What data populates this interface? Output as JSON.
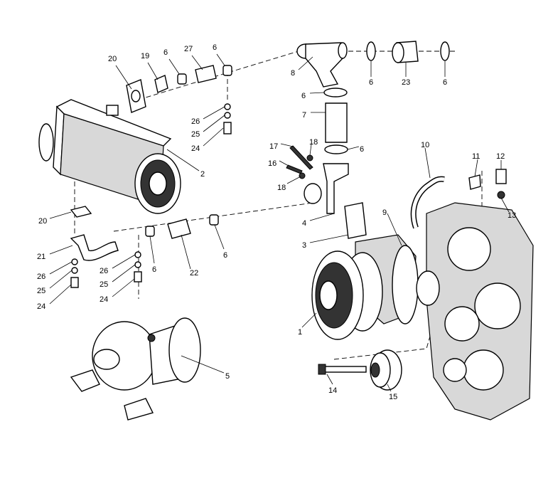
{
  "diagram": {
    "type": "exploded-parts-diagram",
    "labels": [
      "20",
      "19",
      "6",
      "27",
      "6",
      "8",
      "6",
      "23",
      "6",
      "6",
      "7",
      "26",
      "25",
      "24",
      "2",
      "17",
      "18",
      "6",
      "16",
      "18",
      "10",
      "11",
      "12",
      "13",
      "20",
      "4",
      "3",
      "9",
      "21",
      "26",
      "25",
      "24",
      "26",
      "25",
      "24",
      "6",
      "22",
      "6",
      "1",
      "5",
      "14",
      "15"
    ]
  }
}
